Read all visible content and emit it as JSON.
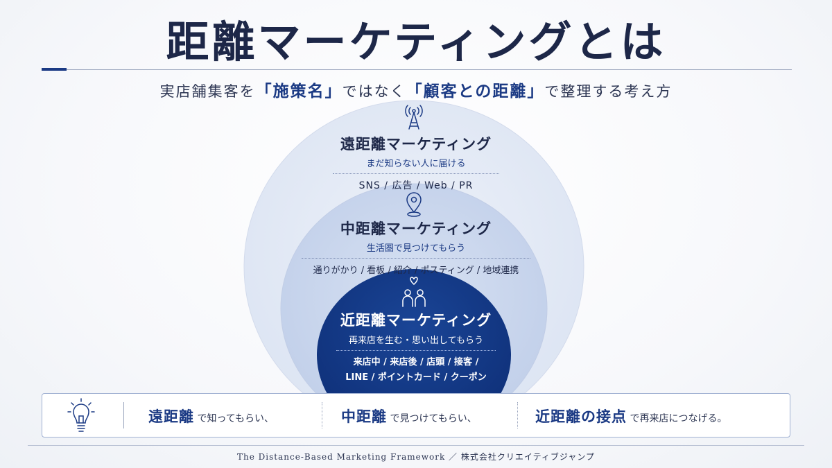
{
  "header": {
    "title": "距離マーケティングとは",
    "subtitle_parts": [
      "実店舗集客を",
      "「施策名」",
      "ではなく",
      "「顧客との距離」",
      "で整理する考え方"
    ]
  },
  "zones": {
    "far": {
      "icon": "antenna-icon",
      "title": "遠距離マーケティング",
      "desc": "まだ知らない人に届ける",
      "items": "SNS / 広告 / Web / PR"
    },
    "mid": {
      "icon": "map-pin-icon",
      "title": "中距離マーケティング",
      "desc": "生活圏で見つけてもらう",
      "items": "通りがかり / 看板 / 紹介 / ポスティング / 地域連携"
    },
    "near": {
      "icon": "people-heart-icon",
      "title": "近距離マーケティング",
      "desc": "再来店を生む・思い出してもらう",
      "items_line1": "来店中 / 来店後 / 店頭 / 接客 /",
      "items_line2": "LINE / ポイントカード / クーポン"
    }
  },
  "summary": {
    "icon": "lightbulb-icon",
    "part1_em": "遠距離",
    "part1_text": "で知ってもらい、",
    "part2_em": "中距離",
    "part2_text": "で見つけてもらい、",
    "part3_em": "近距離の接点",
    "part3_text": "で再来店につなげる。"
  },
  "footer": {
    "text": "The Distance-Based Marketing Framework ／ 株式会社クリエイティブジャンプ"
  },
  "colors": {
    "navy": "#1b3a84",
    "outer_circle": "#e4eaf6",
    "middle_circle": "#cad7ee",
    "inner_circle": "#123a86"
  }
}
